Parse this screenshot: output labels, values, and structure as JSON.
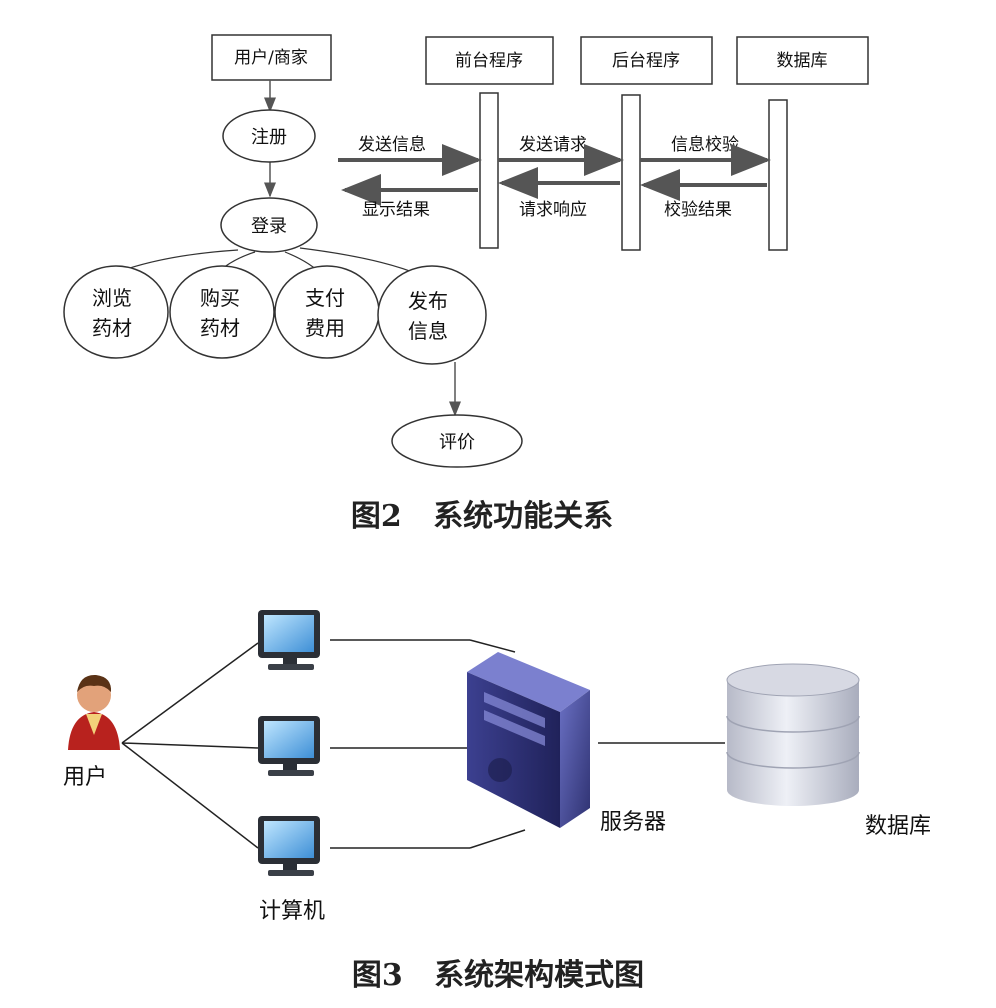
{
  "fig2": {
    "caption": "图2   系统功能关系",
    "actor": "用户/商家",
    "lanes": {
      "front": "前台程序",
      "back": "后台程序",
      "db": "数据库"
    },
    "nodes": {
      "register": "注册",
      "login": "登录",
      "browse_l1": "浏览",
      "browse_l2": "药材",
      "buy_l1": "购买",
      "buy_l2": "药材",
      "pay_l1": "支付",
      "pay_l2": "费用",
      "publish_l1": "发布",
      "publish_l2": "信息",
      "review": "评价"
    },
    "messages": {
      "send_info": "发送信息",
      "show_result": "显示结果",
      "send_request": "发送请求",
      "request_response": "请求响应",
      "info_check": "信息校验",
      "check_result": "校验结果"
    }
  },
  "fig3": {
    "caption": "图3   系统架构模式图",
    "user": "用户",
    "computer": "计算机",
    "server": "服务器",
    "database": "数据库",
    "colors": {
      "server": "#4a4f9c",
      "database": "#c9ccd8",
      "user_shirt": "#b8221e"
    }
  }
}
